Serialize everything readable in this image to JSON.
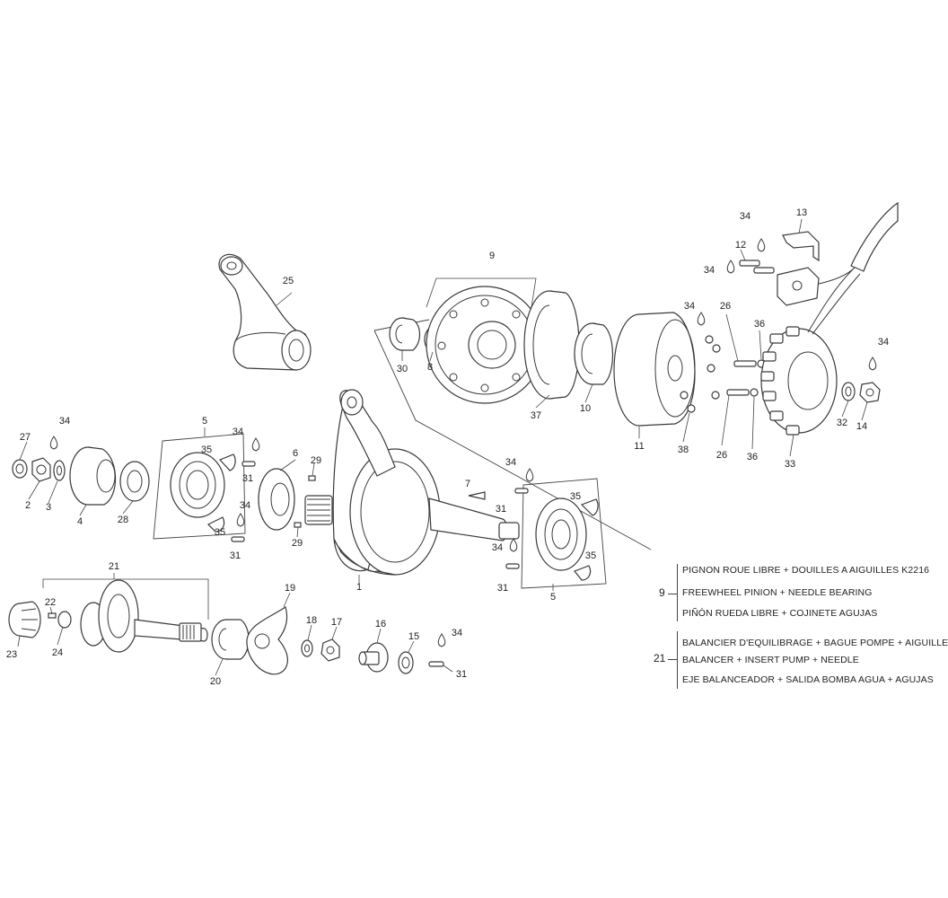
{
  "labels": {
    "n1": "1",
    "n2": "2",
    "n3": "3",
    "n4": "4",
    "n5a": "5",
    "n5b": "5",
    "n6": "6",
    "n7": "7",
    "n8": "8",
    "n9": "9",
    "n10": "10",
    "n11": "11",
    "n12": "12",
    "n13": "13",
    "n14": "14",
    "n15": "15",
    "n16": "16",
    "n17": "17",
    "n18": "18",
    "n19": "19",
    "n20": "20",
    "n21": "21",
    "n22": "22",
    "n23": "23",
    "n24": "24",
    "n25": "25",
    "n26a": "26",
    "n26b": "26",
    "n27": "27",
    "n28": "28",
    "n29a": "29",
    "n29b": "29",
    "n30": "30",
    "n31a": "31",
    "n31b": "31",
    "n31c": "31",
    "n31d": "31",
    "n31e": "31",
    "n32": "32",
    "n33": "33",
    "n34a": "34",
    "n34b": "34",
    "n34c": "34",
    "n34d": "34",
    "n34e": "34",
    "n34f": "34",
    "n34g": "34",
    "n34h": "34",
    "n34i": "34",
    "n34j": "34",
    "n35a": "35",
    "n35b": "35",
    "n35c": "35",
    "n35d": "35",
    "n36a": "36",
    "n36b": "36",
    "n37": "37",
    "n38": "38"
  },
  "legend": {
    "group9": {
      "number": "9",
      "lines": [
        "PIGNON ROUE LIBRE + DOUILLES A AIGUILLES K2216",
        "FREEWHEEL PINION + NEEDLE BEARING",
        "PIÑÓN RUEDA LIBRE + COJINETE AGUJAS"
      ]
    },
    "group21": {
      "number": "21",
      "lines": [
        "BALANCIER D'EQUILIBRAGE + BAGUE POMPE + AIGUILLE",
        "BALANCER + INSERT PUMP + NEEDLE",
        "EJE BALANCEADOR + SALIDA BOMBA AGUA + AGUJAS"
      ]
    }
  }
}
